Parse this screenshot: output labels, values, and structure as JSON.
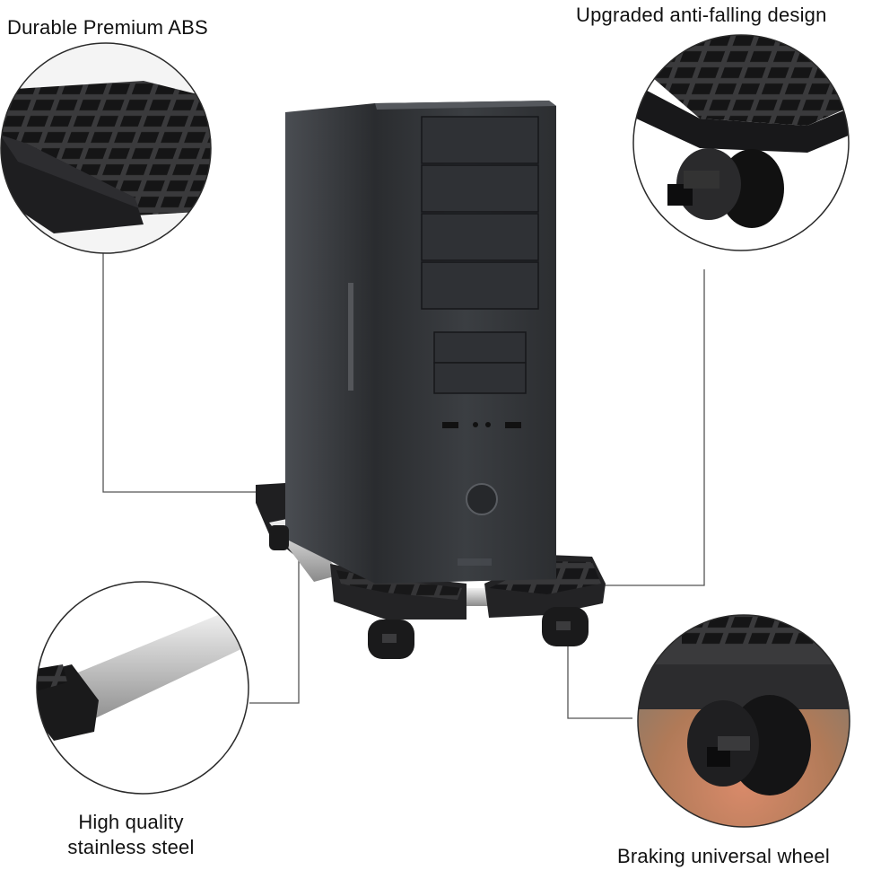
{
  "callouts": {
    "top_left": "Durable Premium ABS",
    "top_right": "Upgraded anti-falling design",
    "bottom_left_line1": "High quality",
    "bottom_left_line2": "stainless steel",
    "bottom_right": "Braking universal wheel"
  },
  "colors": {
    "case_dark": "#2b2d30",
    "case_mid": "#3d4044",
    "stand_black": "#1f1f21",
    "steel": "#c9c9c9",
    "leader_line": "#555555",
    "circle_border": "#2a2a2a"
  }
}
